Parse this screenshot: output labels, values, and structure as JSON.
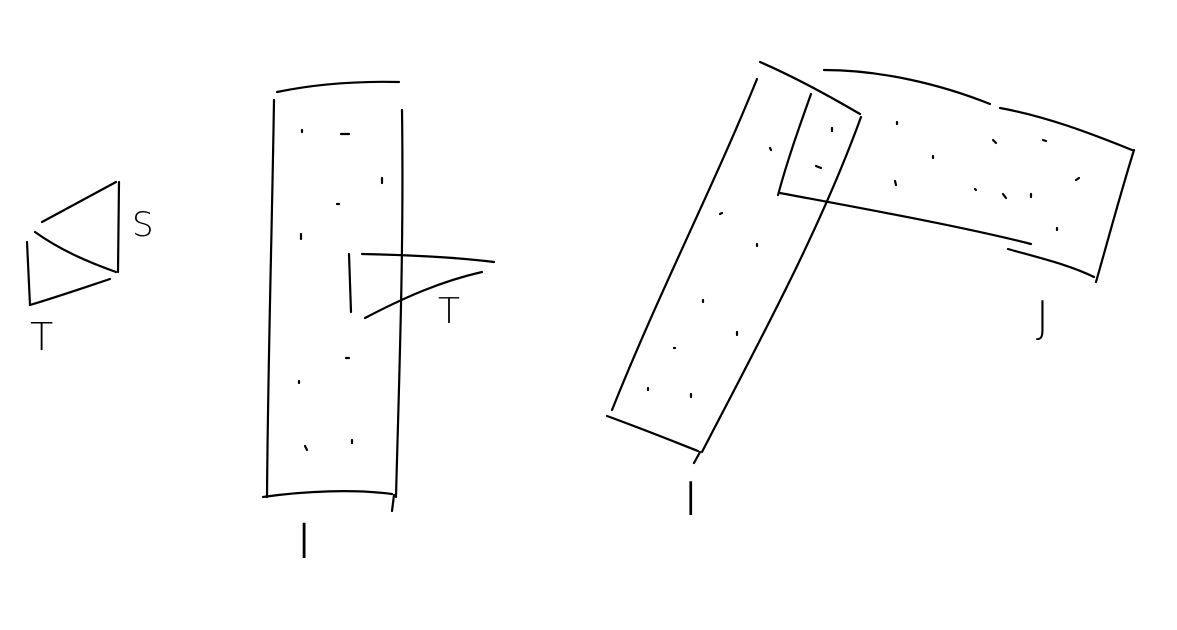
{
  "labels": {
    "triangle_side_s": "S",
    "triangle_side_t": "T",
    "strip_left_i": "I",
    "corner_t": "T",
    "strip_right_i": "I",
    "strip_right_j": "J"
  }
}
